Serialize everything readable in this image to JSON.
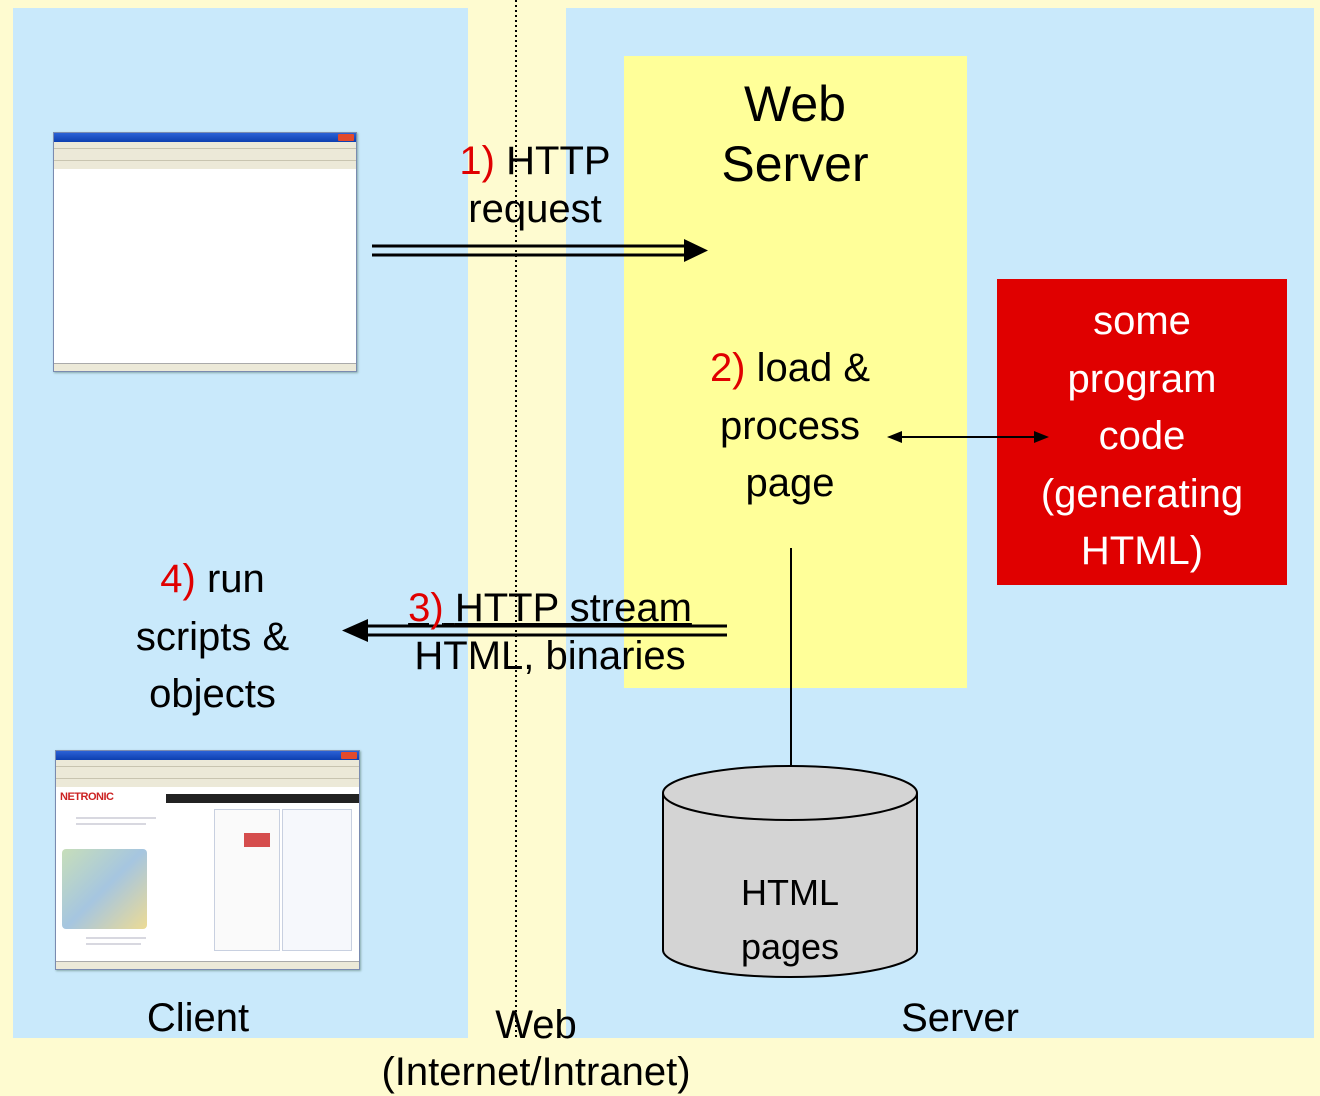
{
  "regions": {
    "client_label": "Client",
    "web_label_line1": "Web",
    "web_label_line2": "(Internet/Intranet)",
    "server_label": "Server"
  },
  "web_server": {
    "line1": "Web",
    "line2": "Server"
  },
  "steps": {
    "request": {
      "number": "1)",
      "line1": "HTTP",
      "line2": "request"
    },
    "process": {
      "number": "2)",
      "line1": "load &",
      "line2": "process",
      "line3": "page"
    },
    "stream": {
      "number": "3)",
      "line1": "HTTP stream",
      "line2": "HTML, binaries"
    },
    "run": {
      "number": "4)",
      "line1": "run",
      "line2": "scripts &",
      "line3": "objects"
    }
  },
  "program_code": {
    "line1": "some",
    "line2": "program",
    "line3": "code",
    "line4": "(generating",
    "line5": "HTML)"
  },
  "storage": {
    "line1": "HTML",
    "line2": "pages"
  },
  "thumbnail_bottom": {
    "logo": "NETRONIC"
  },
  "colors": {
    "background": "#fefbd0",
    "panel": "#c9e9fb",
    "web_server": "#ffff99",
    "program_code": "#e00000",
    "storage": "#d4d4d4",
    "step_number": "#e00000"
  }
}
